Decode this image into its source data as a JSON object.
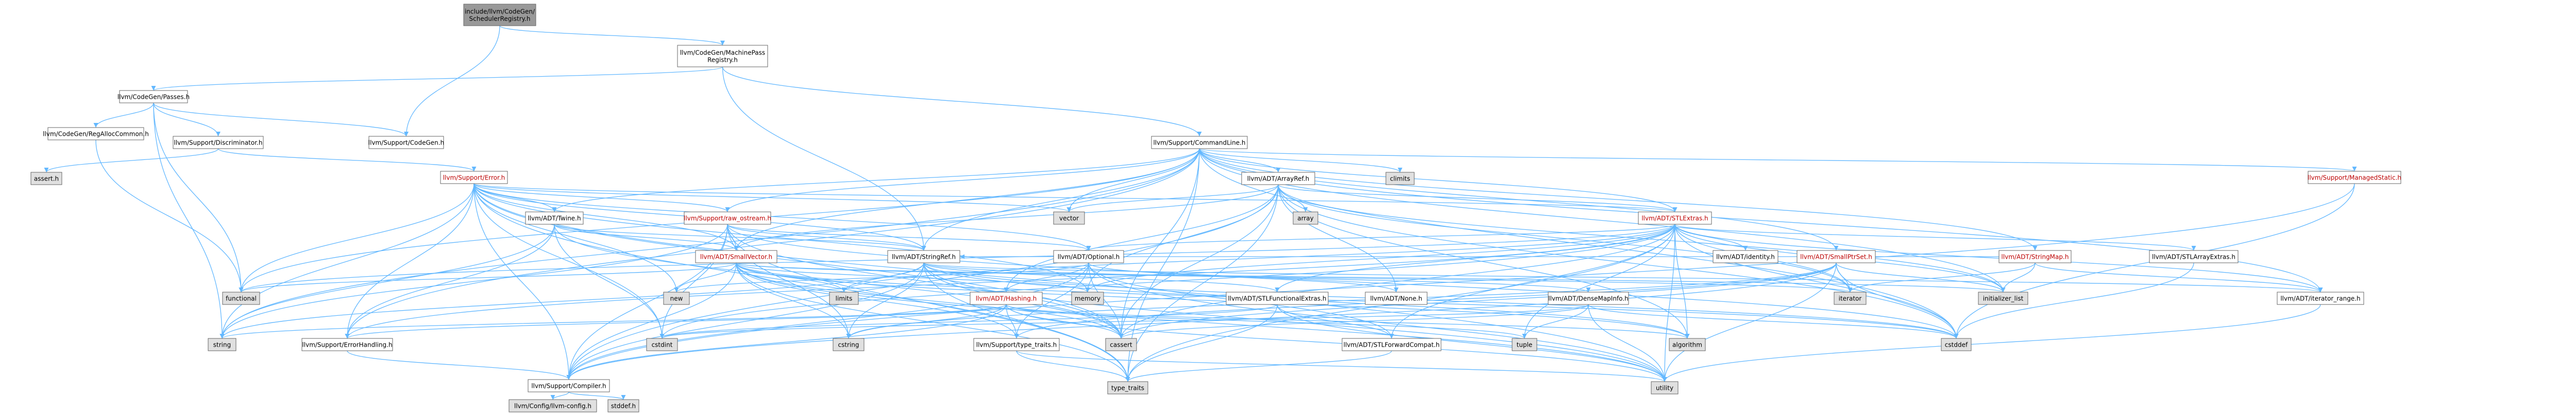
{
  "colors": {
    "edge": "#63b8ff",
    "border": "#666666",
    "root_fill": "#999999",
    "node_fill": "#ffffff",
    "system_fill": "#e0e0e0",
    "text": "#000000",
    "link_text": "#bc0000"
  },
  "nodes": [
    {
      "id": "root",
      "label": "include/llvm/CodeGen/\nSchedulerRegistry.h",
      "kind": "root"
    },
    {
      "id": "mpreg",
      "label": "llvm/CodeGen/MachinePass\nRegistry.h",
      "kind": "file"
    },
    {
      "id": "cgpasses",
      "label": "llvm/CodeGen/Passes.h",
      "kind": "file"
    },
    {
      "id": "cl",
      "label": "llvm/Support/CommandLine.h",
      "kind": "file"
    },
    {
      "id": "regalloc",
      "label": "llvm/CodeGen/RegAllocCommon.h",
      "kind": "file"
    },
    {
      "id": "discrim",
      "label": "llvm/Support/Discriminator.h",
      "kind": "file"
    },
    {
      "id": "codegen",
      "label": "llvm/Support/CodeGen.h",
      "kind": "file"
    },
    {
      "id": "asserth",
      "label": "assert.h",
      "kind": "system"
    },
    {
      "id": "error",
      "label": "llvm/Support/Error.h",
      "kind": "link"
    },
    {
      "id": "clim",
      "label": "climits",
      "kind": "system"
    },
    {
      "id": "arrayref",
      "label": "llvm/ADT/ArrayRef.h",
      "kind": "file"
    },
    {
      "id": "managed",
      "label": "llvm/Support/ManagedStatic.h",
      "kind": "link"
    },
    {
      "id": "twine",
      "label": "llvm/ADT/Twine.h",
      "kind": "file"
    },
    {
      "id": "rawos",
      "label": "llvm/Support/raw_ostream.h",
      "kind": "link"
    },
    {
      "id": "vector",
      "label": "vector",
      "kind": "system"
    },
    {
      "id": "array",
      "label": "array",
      "kind": "system"
    },
    {
      "id": "stlextras",
      "label": "llvm/ADT/STLExtras.h",
      "kind": "link"
    },
    {
      "id": "smallvec",
      "label": "llvm/ADT/SmallVector.h",
      "kind": "link"
    },
    {
      "id": "stringref",
      "label": "llvm/ADT/StringRef.h",
      "kind": "file"
    },
    {
      "id": "optional",
      "label": "llvm/ADT/Optional.h",
      "kind": "file"
    },
    {
      "id": "identity",
      "label": "llvm/ADT/identity.h",
      "kind": "file"
    },
    {
      "id": "smallptrset",
      "label": "llvm/ADT/SmallPtrSet.h",
      "kind": "link"
    },
    {
      "id": "stringmap",
      "label": "llvm/ADT/StringMap.h",
      "kind": "link"
    },
    {
      "id": "stlarray",
      "label": "llvm/ADT/STLArrayExtras.h",
      "kind": "file"
    },
    {
      "id": "functional",
      "label": "functional",
      "kind": "system"
    },
    {
      "id": "newh",
      "label": "new",
      "kind": "system"
    },
    {
      "id": "limits",
      "label": "limits",
      "kind": "system"
    },
    {
      "id": "memory",
      "label": "memory",
      "kind": "system"
    },
    {
      "id": "hashing",
      "label": "llvm/ADT/Hashing.h",
      "kind": "link"
    },
    {
      "id": "stlfunc",
      "label": "llvm/ADT/STLFunctionalExtras.h",
      "kind": "file"
    },
    {
      "id": "none",
      "label": "llvm/ADT/None.h",
      "kind": "file"
    },
    {
      "id": "densemapinfo",
      "label": "llvm/ADT/DenseMapInfo.h",
      "kind": "file"
    },
    {
      "id": "iterator",
      "label": "iterator",
      "kind": "system"
    },
    {
      "id": "initlist",
      "label": "initializer_list",
      "kind": "system"
    },
    {
      "id": "iterrange",
      "label": "llvm/ADT/iterator_range.h",
      "kind": "file"
    },
    {
      "id": "string",
      "label": "string",
      "kind": "system"
    },
    {
      "id": "errhandling",
      "label": "llvm/Support/ErrorHandling.h",
      "kind": "file"
    },
    {
      "id": "cstdint",
      "label": "cstdint",
      "kind": "system"
    },
    {
      "id": "cstring",
      "label": "cstring",
      "kind": "system"
    },
    {
      "id": "typetraitsllvm",
      "label": "llvm/Support/type_traits.h",
      "kind": "file"
    },
    {
      "id": "cassert",
      "label": "cassert",
      "kind": "system"
    },
    {
      "id": "stlfwd",
      "label": "llvm/ADT/STLForwardCompat.h",
      "kind": "file"
    },
    {
      "id": "tuple",
      "label": "tuple",
      "kind": "system"
    },
    {
      "id": "algorithm",
      "label": "algorithm",
      "kind": "system"
    },
    {
      "id": "cstddef",
      "label": "cstddef",
      "kind": "system"
    },
    {
      "id": "utility",
      "label": "utility",
      "kind": "system"
    },
    {
      "id": "compiler",
      "label": "llvm/Support/Compiler.h",
      "kind": "file"
    },
    {
      "id": "typetraits",
      "label": "type_traits",
      "kind": "system"
    },
    {
      "id": "llvmconfig",
      "label": "llvm/Config/llvm-config.h",
      "kind": "system"
    },
    {
      "id": "stddef",
      "label": "stddef.h",
      "kind": "system"
    }
  ],
  "edges": [
    [
      "root",
      "mpreg"
    ],
    [
      "root",
      "codegen"
    ],
    [
      "mpreg",
      "cgpasses"
    ],
    [
      "mpreg",
      "cl"
    ],
    [
      "mpreg",
      "stringref"
    ],
    [
      "cgpasses",
      "regalloc"
    ],
    [
      "cgpasses",
      "discrim"
    ],
    [
      "cgpasses",
      "codegen"
    ],
    [
      "cgpasses",
      "functional"
    ],
    [
      "cgpasses",
      "string"
    ],
    [
      "regalloc",
      "functional"
    ],
    [
      "discrim",
      "asserth"
    ],
    [
      "discrim",
      "error"
    ],
    [
      "cl",
      "arrayref"
    ],
    [
      "cl",
      "clim"
    ],
    [
      "cl",
      "managed"
    ],
    [
      "cl",
      "rawos"
    ],
    [
      "cl",
      "stlextras"
    ],
    [
      "cl",
      "smallptrset"
    ],
    [
      "cl",
      "smallvec"
    ],
    [
      "cl",
      "stringmap"
    ],
    [
      "cl",
      "stringref"
    ],
    [
      "cl",
      "twine"
    ],
    [
      "cl",
      "iterrange"
    ],
    [
      "cl",
      "errhandling"
    ],
    [
      "cl",
      "cassert"
    ],
    [
      "cl",
      "cstddef"
    ],
    [
      "cl",
      "functional"
    ],
    [
      "cl",
      "initlist"
    ],
    [
      "cl",
      "string"
    ],
    [
      "cl",
      "type_traits_dummy"
    ],
    [
      "cl",
      "vector"
    ],
    [
      "cl",
      "typetraits"
    ],
    [
      "error",
      "stlextras"
    ],
    [
      "error",
      "smallvector_dummy"
    ],
    [
      "error",
      "stringref"
    ],
    [
      "error",
      "twine"
    ],
    [
      "error",
      "optional"
    ],
    [
      "error",
      "rawos"
    ],
    [
      "error",
      "errhandling"
    ],
    [
      "error",
      "compiler"
    ],
    [
      "error",
      "functional"
    ],
    [
      "error",
      "vector"
    ],
    [
      "error",
      "cassert"
    ],
    [
      "error",
      "cstdint"
    ],
    [
      "error",
      "newh"
    ],
    [
      "error",
      "memory"
    ],
    [
      "error",
      "string"
    ],
    [
      "error",
      "typetraits"
    ],
    [
      "error",
      "utility"
    ],
    [
      "managed",
      "compiler"
    ],
    [
      "managed",
      "cstddef"
    ],
    [
      "twine",
      "smallvec"
    ],
    [
      "twine",
      "stringref"
    ],
    [
      "twine",
      "errhandling"
    ],
    [
      "twine",
      "cassert"
    ],
    [
      "twine",
      "cstdint"
    ],
    [
      "twine",
      "string"
    ],
    [
      "rawos",
      "stringref"
    ],
    [
      "rawos",
      "optional"
    ],
    [
      "rawos",
      "smallvec"
    ],
    [
      "rawos",
      "compiler"
    ],
    [
      "rawos",
      "cassert"
    ],
    [
      "rawos",
      "cstddef"
    ],
    [
      "rawos",
      "cstdint"
    ],
    [
      "rawos",
      "cstring"
    ],
    [
      "rawos",
      "string"
    ],
    [
      "rawos",
      "typetraits"
    ],
    [
      "arrayref",
      "hashing"
    ],
    [
      "arrayref",
      "none"
    ],
    [
      "arrayref",
      "smallvec"
    ],
    [
      "arrayref",
      "stlextras"
    ],
    [
      "arrayref",
      "compiler"
    ],
    [
      "arrayref",
      "algorithm"
    ],
    [
      "arrayref",
      "array"
    ],
    [
      "arrayref",
      "cassert"
    ],
    [
      "arrayref",
      "cstddef"
    ],
    [
      "arrayref",
      "initlist"
    ],
    [
      "arrayref",
      "iterator"
    ],
    [
      "arrayref",
      "memory"
    ],
    [
      "arrayref",
      "typetraits"
    ],
    [
      "arrayref",
      "vector"
    ],
    [
      "stlextras",
      "identity"
    ],
    [
      "stlextras",
      "optional"
    ],
    [
      "stlextras",
      "stlarray"
    ],
    [
      "stlextras",
      "stlfwd"
    ],
    [
      "stlextras",
      "stlfunc"
    ],
    [
      "stlextras",
      "iterator"
    ],
    [
      "stlextras",
      "iterrange"
    ],
    [
      "stlextras",
      "errhandling"
    ],
    [
      "stlextras",
      "algorithm"
    ],
    [
      "stlextras",
      "cassert"
    ],
    [
      "stlextras",
      "cstddef"
    ],
    [
      "stlextras",
      "cstdint"
    ],
    [
      "stlextras",
      "cstdlib"
    ],
    [
      "stlextras",
      "functional"
    ],
    [
      "stlextras",
      "initlist"
    ],
    [
      "stlextras",
      "limits"
    ],
    [
      "stlextras",
      "memory"
    ],
    [
      "stlextras",
      "tuple"
    ],
    [
      "stlextras",
      "typetraits"
    ],
    [
      "stlextras",
      "utility"
    ],
    [
      "smallvec",
      "compiler"
    ],
    [
      "smallvec",
      "typetraitsllvm"
    ],
    [
      "smallvec",
      "algorithm"
    ],
    [
      "smallvec",
      "cassert"
    ],
    [
      "smallvec",
      "cstddef"
    ],
    [
      "smallvec",
      "cstdlib"
    ],
    [
      "smallvec",
      "cstring"
    ],
    [
      "smallvec",
      "functional"
    ],
    [
      "smallvec",
      "initlist"
    ],
    [
      "smallvec",
      "iterator"
    ],
    [
      "smallvec",
      "limits"
    ],
    [
      "smallvec",
      "memory"
    ],
    [
      "smallvec",
      "newh"
    ],
    [
      "smallvec",
      "typetraits"
    ],
    [
      "smallvec",
      "utility"
    ],
    [
      "stringref",
      "densemapinfo"
    ],
    [
      "stringref",
      "stlfunc"
    ],
    [
      "stringref",
      "iterrange"
    ],
    [
      "stringref",
      "compiler"
    ],
    [
      "stringref",
      "algorithm"
    ],
    [
      "stringref",
      "cassert"
    ],
    [
      "stringref",
      "cstddef"
    ],
    [
      "stringref",
      "cstring"
    ],
    [
      "stringref",
      "limits"
    ],
    [
      "stringref",
      "string"
    ],
    [
      "stringref",
      "typetraits"
    ],
    [
      "stringref",
      "utility"
    ],
    [
      "optional",
      "hashing"
    ],
    [
      "optional",
      "none"
    ],
    [
      "optional",
      "stlfwd"
    ],
    [
      "optional",
      "compiler"
    ],
    [
      "optional",
      "typetraitsllvm"
    ],
    [
      "optional",
      "cassert"
    ],
    [
      "optional",
      "newh"
    ],
    [
      "optional",
      "utility"
    ],
    [
      "smallptrset",
      "epochtracker"
    ],
    [
      "smallptrset",
      "compiler"
    ],
    [
      "smallptrset",
      "reverseiter"
    ],
    [
      "smallptrset",
      "typetraitsllvm"
    ],
    [
      "smallptrset",
      "cassert"
    ],
    [
      "smallptrset",
      "cstddef"
    ],
    [
      "smallptrset",
      "cstdlib"
    ],
    [
      "smallptrset",
      "cstring"
    ],
    [
      "smallptrset",
      "initlist"
    ],
    [
      "smallptrset",
      "iterator"
    ],
    [
      "smallptrset",
      "utility"
    ],
    [
      "stringmap",
      "stringmapentry"
    ],
    [
      "stringmap",
      "iterator"
    ],
    [
      "stringmap",
      "initlist"
    ],
    [
      "stringmap",
      "iterrange"
    ],
    [
      "stlarray",
      "cstddef"
    ],
    [
      "hashing",
      "errhandling"
    ],
    [
      "hashing",
      "swapbyteorder"
    ],
    [
      "hashing",
      "typetraitsllvm"
    ],
    [
      "hashing",
      "algorithm"
    ],
    [
      "hashing",
      "cassert"
    ],
    [
      "hashing",
      "cstring"
    ],
    [
      "hashing",
      "string"
    ],
    [
      "hashing",
      "tuple"
    ],
    [
      "hashing",
      "utility"
    ],
    [
      "stlfunc",
      "stlfwd"
    ],
    [
      "stlfunc",
      "cstdint"
    ],
    [
      "stlfunc",
      "typetraits"
    ],
    [
      "stlfunc",
      "utility"
    ],
    [
      "densemapinfo",
      "cassert"
    ],
    [
      "densemapinfo",
      "cstddef"
    ],
    [
      "densemapinfo",
      "cstdint"
    ],
    [
      "densemapinfo",
      "tuple"
    ],
    [
      "densemapinfo",
      "utility"
    ],
    [
      "iterrange",
      "utility"
    ],
    [
      "errhandling",
      "compiler"
    ],
    [
      "typetraitsllvm",
      "typetraits"
    ],
    [
      "typetraitsllvm",
      "utility"
    ],
    [
      "stlfwd",
      "typetraits"
    ],
    [
      "compiler",
      "llvmconfig"
    ],
    [
      "compiler",
      "stddef"
    ]
  ]
}
